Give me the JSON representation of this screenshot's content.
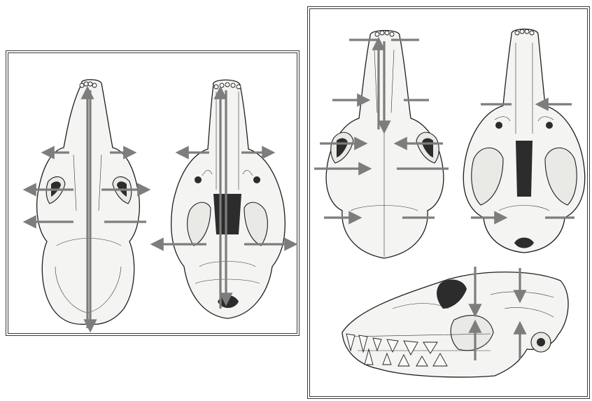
{
  "figure": {
    "panels": [
      {
        "id": "left",
        "views": [
          "dorsal",
          "ventral"
        ]
      },
      {
        "id": "right",
        "views": [
          "dorsal",
          "ventral",
          "lateral"
        ]
      }
    ]
  },
  "colors": {
    "arrow": "#7d7d7d",
    "outline": "#1e1e1e",
    "bone": "#f4f4f2",
    "frame": "#3a3a3a"
  }
}
